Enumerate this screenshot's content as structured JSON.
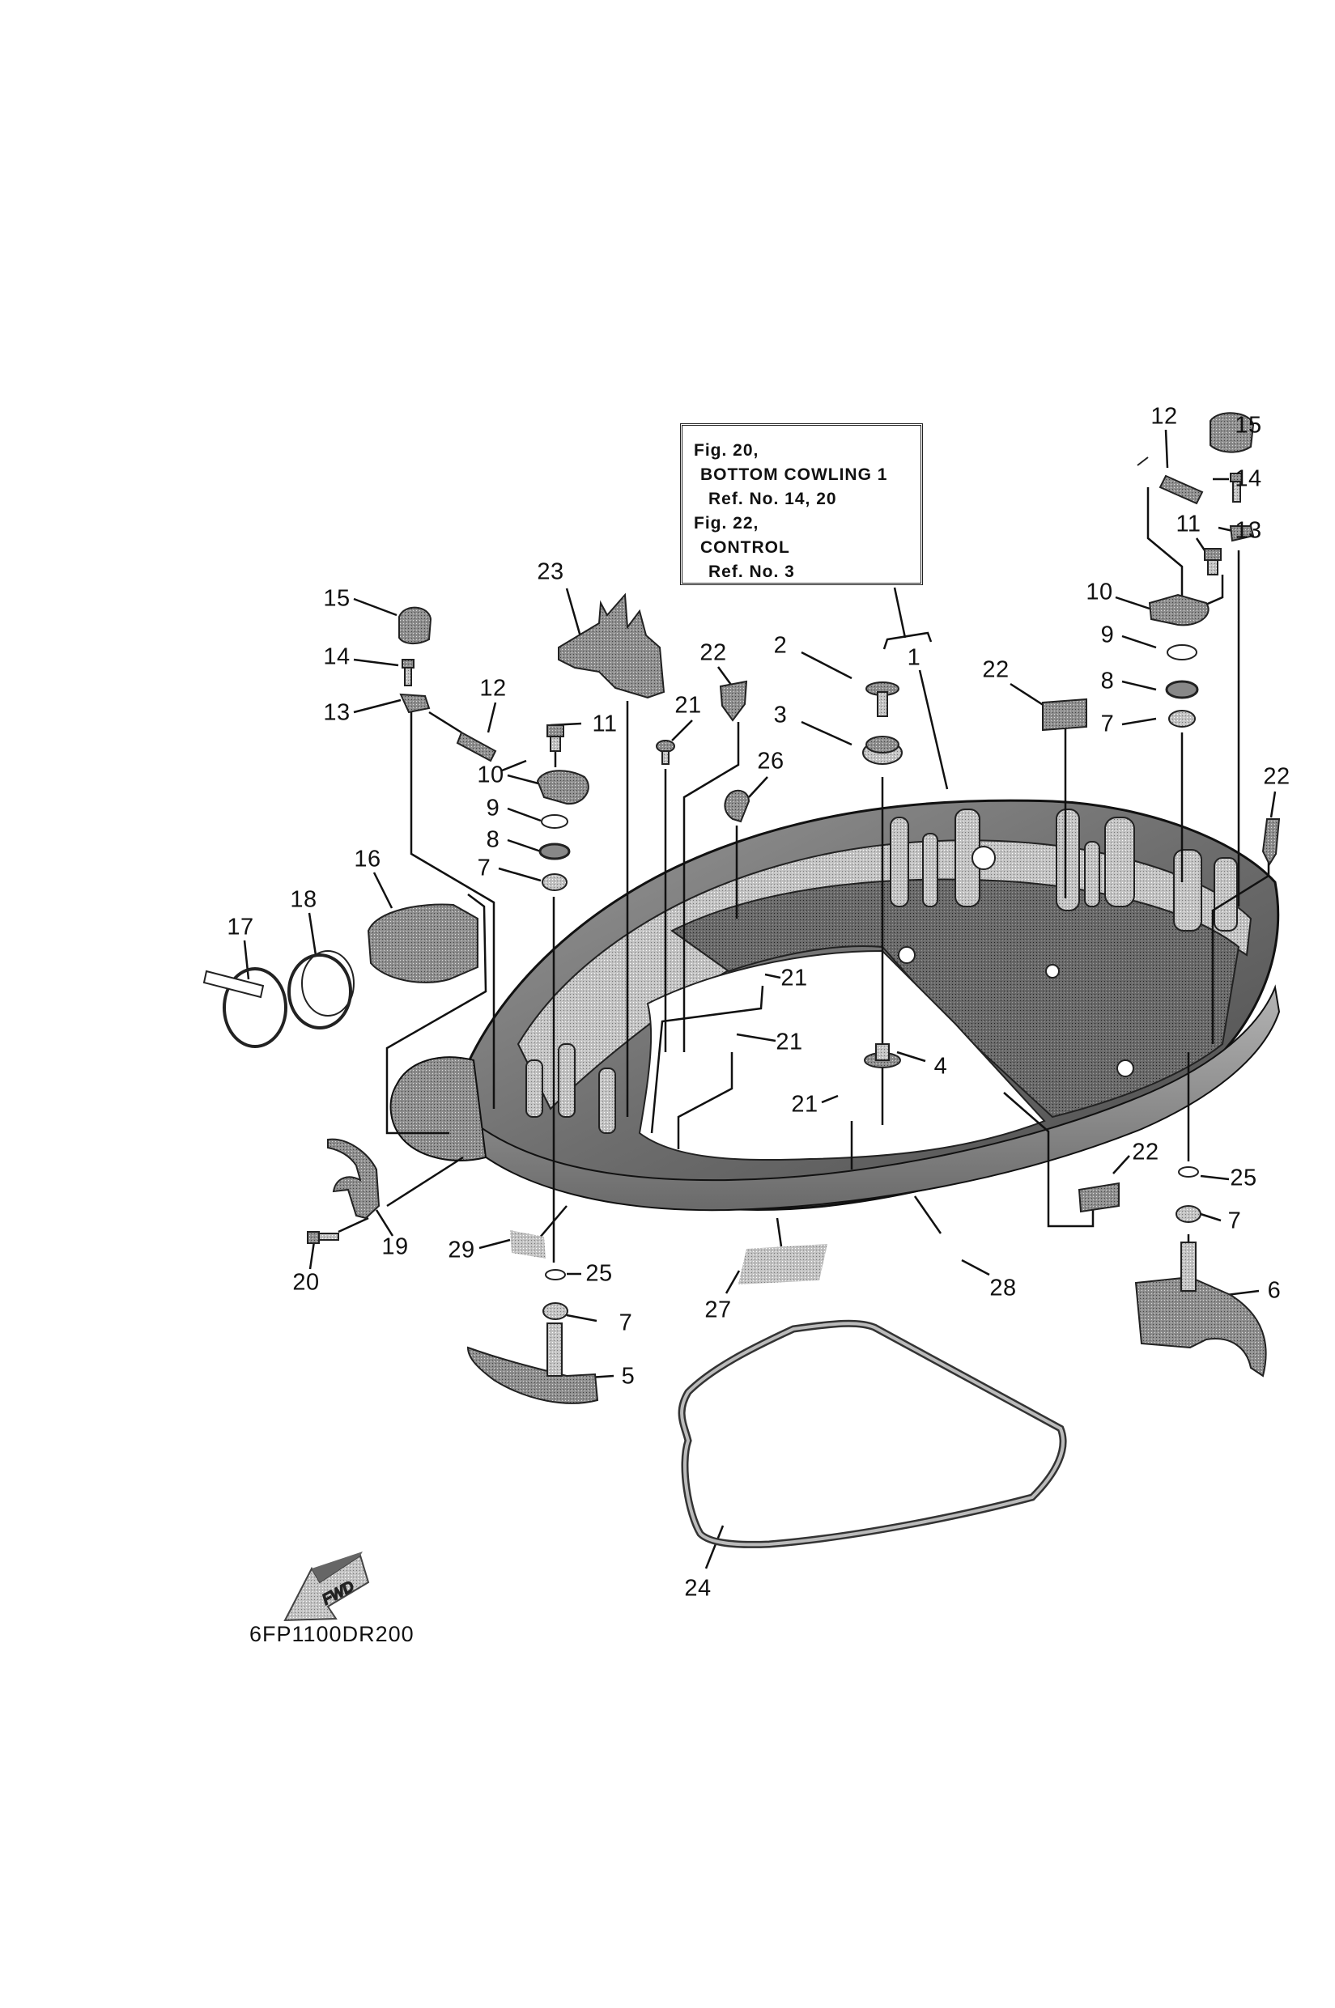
{
  "diagram": {
    "title": "Bottom Cowling 2",
    "code": "6FP1100DR200",
    "direction_indicator": "FWD",
    "reference_box": {
      "lines": [
        {
          "text": "Fig. 20,",
          "indent": 0
        },
        {
          "text": "BOTTOM COWLING 1",
          "indent": 1
        },
        {
          "text": "Ref. No. 14, 20",
          "indent": 2
        },
        {
          "text": "Fig. 22,",
          "indent": 0
        },
        {
          "text": "CONTROL",
          "indent": 1
        },
        {
          "text": "Ref. No. 3",
          "indent": 2
        }
      ]
    },
    "callouts": [
      {
        "id": "c1",
        "label": "1",
        "part": "bottom-cowling-assy"
      },
      {
        "id": "c2",
        "label": "2",
        "part": "bolt"
      },
      {
        "id": "c3",
        "label": "3",
        "part": "grommet"
      },
      {
        "id": "c4",
        "label": "4",
        "part": "collar"
      },
      {
        "id": "c5",
        "label": "5",
        "part": "clamp-lever-left"
      },
      {
        "id": "c6",
        "label": "6",
        "part": "clamp-lever-right"
      },
      {
        "id": "c7a",
        "label": "7",
        "part": "bushing"
      },
      {
        "id": "c7b",
        "label": "7",
        "part": "bushing"
      },
      {
        "id": "c7c",
        "label": "7",
        "part": "bushing"
      },
      {
        "id": "c7d",
        "label": "7",
        "part": "bushing"
      },
      {
        "id": "c8a",
        "label": "8",
        "part": "washer"
      },
      {
        "id": "c8b",
        "label": "8",
        "part": "washer"
      },
      {
        "id": "c9a",
        "label": "9",
        "part": "o-ring"
      },
      {
        "id": "c9b",
        "label": "9",
        "part": "o-ring"
      },
      {
        "id": "c10a",
        "label": "10",
        "part": "lever"
      },
      {
        "id": "c10b",
        "label": "10",
        "part": "lever"
      },
      {
        "id": "c11a",
        "label": "11",
        "part": "bolt"
      },
      {
        "id": "c11b",
        "label": "11",
        "part": "bolt"
      },
      {
        "id": "c12a",
        "label": "12",
        "part": "spring"
      },
      {
        "id": "c12b",
        "label": "12",
        "part": "spring"
      },
      {
        "id": "c13a",
        "label": "13",
        "part": "plate"
      },
      {
        "id": "c13b",
        "label": "13",
        "part": "plate"
      },
      {
        "id": "c14a",
        "label": "14",
        "part": "bolt"
      },
      {
        "id": "c14b",
        "label": "14",
        "part": "bolt"
      },
      {
        "id": "c15a",
        "label": "15",
        "part": "cap"
      },
      {
        "id": "c15b",
        "label": "15",
        "part": "cap"
      },
      {
        "id": "c16",
        "label": "16",
        "part": "grommet"
      },
      {
        "id": "c17",
        "label": "17",
        "part": "band"
      },
      {
        "id": "c18",
        "label": "18",
        "part": "clamp"
      },
      {
        "id": "c19",
        "label": "19",
        "part": "bracket"
      },
      {
        "id": "c20",
        "label": "20",
        "part": "bolt"
      },
      {
        "id": "c21a",
        "label": "21",
        "part": "screw"
      },
      {
        "id": "c21b",
        "label": "21",
        "part": "screw"
      },
      {
        "id": "c21c",
        "label": "21",
        "part": "screw"
      },
      {
        "id": "c21d",
        "label": "21",
        "part": "screw"
      },
      {
        "id": "c22a",
        "label": "22",
        "part": "damper"
      },
      {
        "id": "c22b",
        "label": "22",
        "part": "damper"
      },
      {
        "id": "c22c",
        "label": "22",
        "part": "damper"
      },
      {
        "id": "c22d",
        "label": "22",
        "part": "damper"
      },
      {
        "id": "c23",
        "label": "23",
        "part": "bracket"
      },
      {
        "id": "c24",
        "label": "24",
        "part": "seal"
      },
      {
        "id": "c25a",
        "label": "25",
        "part": "circlip"
      },
      {
        "id": "c25b",
        "label": "25",
        "part": "circlip"
      },
      {
        "id": "c26",
        "label": "26",
        "part": "clip"
      },
      {
        "id": "c27",
        "label": "27",
        "part": "label"
      },
      {
        "id": "c28",
        "label": "28",
        "part": "label"
      },
      {
        "id": "c29",
        "label": "29",
        "part": "label"
      }
    ]
  },
  "colors": {
    "line": "#111111",
    "part_dark": "#5a5a5a",
    "part_mid": "#8c8c8c",
    "part_light": "#bdbdbd",
    "background": "#ffffff"
  }
}
